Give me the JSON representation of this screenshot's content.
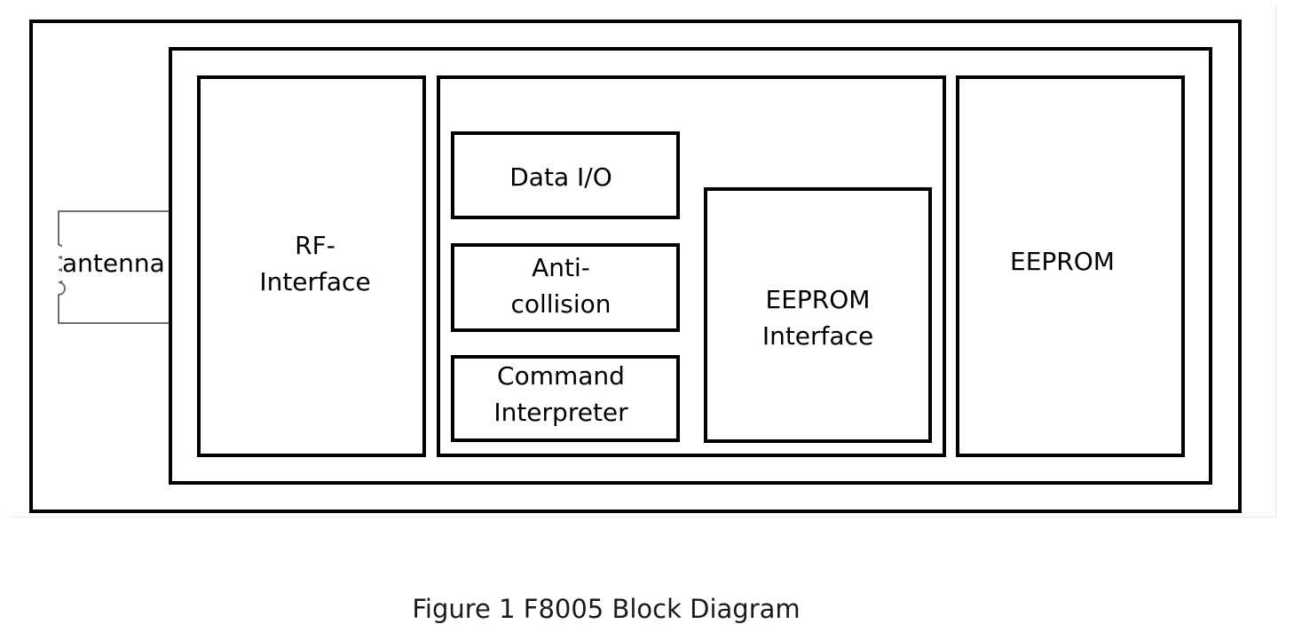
{
  "diagram": {
    "antenna_label": "antenna",
    "rf_interface_label": "RF-\nInterface",
    "data_io_label": "Data I/O",
    "anticollision_label": "Anti-\ncollision",
    "command_interpreter_label": "Command\nInterpreter",
    "eeprom_interface_label": "EEPROM\nInterface",
    "eeprom_label": "EEPROM"
  },
  "caption": "Figure 1 F8005 Block Diagram",
  "colors": {
    "line": "#000000",
    "antenna": "#6e6e6e",
    "background": "#ffffff"
  }
}
